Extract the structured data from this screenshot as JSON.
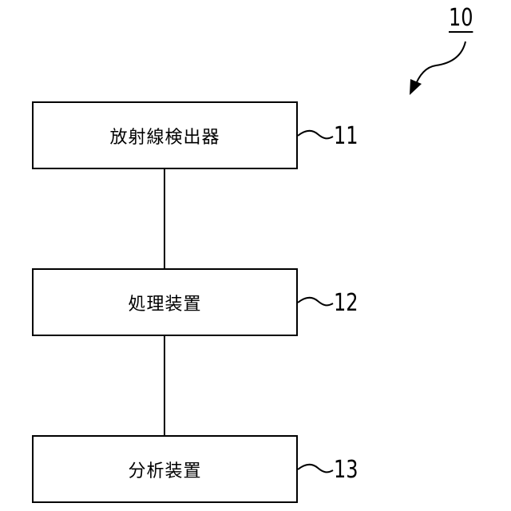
{
  "figure": {
    "ref_number": "10",
    "blocks": [
      {
        "label": "放射線検出器",
        "ref": "11"
      },
      {
        "label": "処理装置",
        "ref": "12"
      },
      {
        "label": "分析装置",
        "ref": "13"
      }
    ]
  }
}
